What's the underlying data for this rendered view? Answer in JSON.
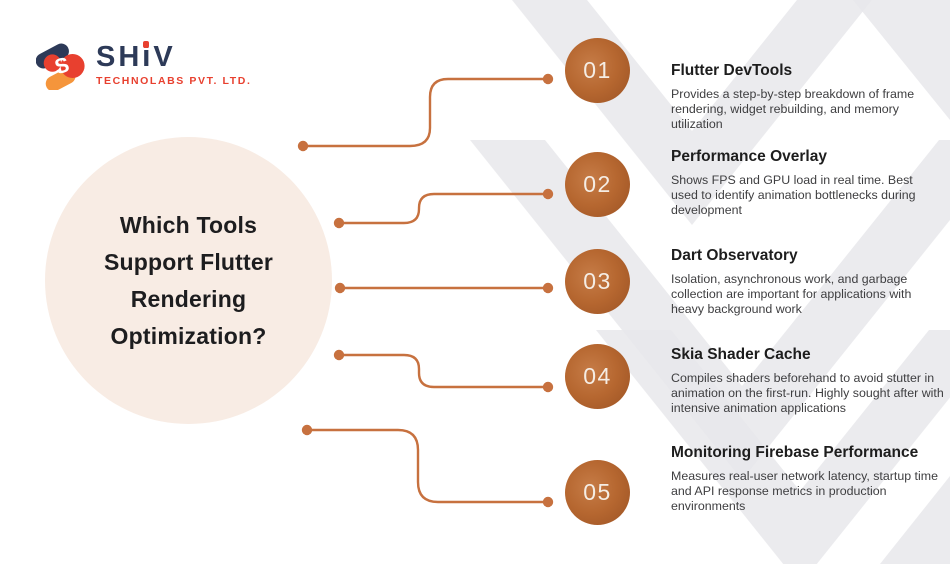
{
  "logo": {
    "word_sh": "SH",
    "word_i": "I",
    "word_v": "V",
    "monogram": "S",
    "subtitle": "TECHNOLABS PVT. LTD."
  },
  "title": {
    "lines": [
      "Which Tools",
      "Support Flutter",
      "Rendering",
      "Optimization?"
    ]
  },
  "items": [
    {
      "number": "01",
      "heading": "Flutter DevTools",
      "description": "Provides a step-by-step breakdown of frame rendering, widget rebuilding, and memory utilization"
    },
    {
      "number": "02",
      "heading": "Performance Overlay",
      "description": "Shows FPS and GPU load in real time. Best used to identify animation bottlenecks during development"
    },
    {
      "number": "03",
      "heading": "Dart Observatory",
      "description": "Isolation, asynchronous work, and garbage collection are important for applications with heavy background work"
    },
    {
      "number": "04",
      "heading": "Skia Shader Cache",
      "description": "Compiles shaders beforehand to avoid stutter in animation on the first-run. Highly sought after with intensive animation applications"
    },
    {
      "number": "05",
      "heading": "Monitoring Firebase Performance",
      "description": "Measures real-user network latency, startup time and API response metrics in production environments"
    }
  ],
  "colors": {
    "accent_copper": "#C7713F",
    "circle_gradient_light": "#C67C47",
    "circle_gradient_dark": "#9B5224",
    "bubble_peach": "#F8ECE4",
    "logo_navy": "#2D3A58",
    "logo_red": "#E8402F",
    "logo_orange": "#F5953B",
    "heading_text": "#1D1D1D",
    "body_text": "#3E3E40",
    "background_gray": "#EBEBED"
  }
}
